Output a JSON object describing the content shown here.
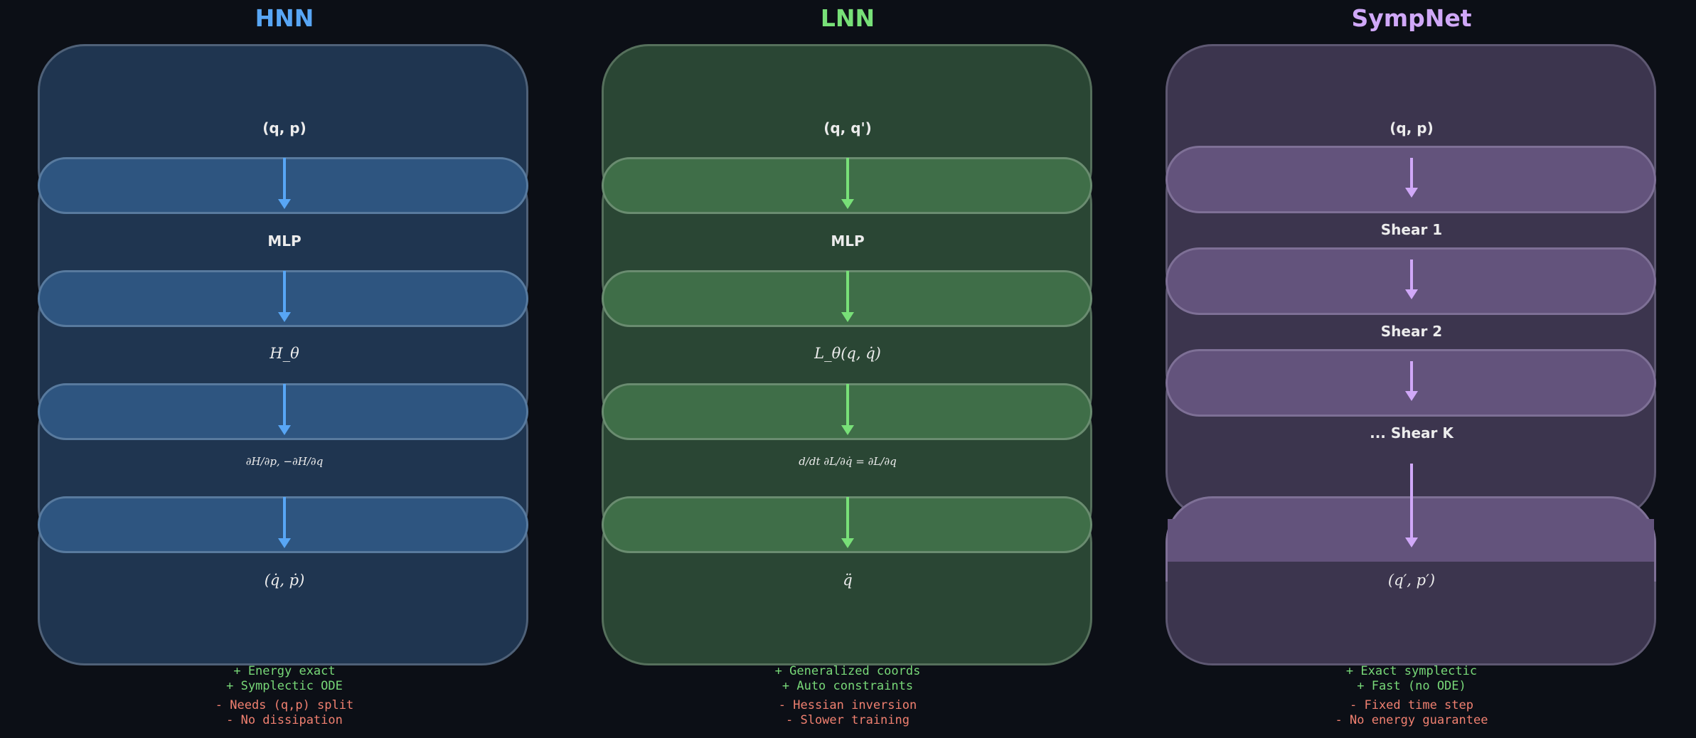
{
  "columns": [
    {
      "title": "HNN",
      "title_color": "#58a6f5",
      "box_fill": "#1f3550",
      "box_border": "#4f6178",
      "highlight_fill": "#2e5580",
      "highlight_border": "#587a9e",
      "arrow_color": "#58a6f5",
      "layers": [
        "(q, p)",
        "MLP",
        "H_θ",
        "∂H/∂p, −∂H/∂q",
        "(q̇, ṗ)"
      ],
      "pros": [
        "+ Energy exact",
        "+ Symplectic ODE"
      ],
      "cons": [
        "- Needs (q,p) split",
        "- No dissipation"
      ]
    },
    {
      "title": "LNN",
      "title_color": "#78e078",
      "box_fill": "#2a4634",
      "box_border": "#56705c",
      "highlight_fill": "#3f6e48",
      "highlight_border": "#6a8c70",
      "arrow_color": "#78e078",
      "layers": [
        "(q, q')",
        "MLP",
        "L_θ(q, q̇)",
        "d/dt ∂L/∂q̇ = ∂L/∂q",
        "q̈"
      ],
      "pros": [
        "+ Generalized coords",
        "+ Auto constraints"
      ],
      "cons": [
        "- Hessian inversion",
        "- Slower training"
      ]
    },
    {
      "title": "SympNet",
      "title_color": "#d0a8f8",
      "box_fill": "#3c354e",
      "box_border": "#5e5872",
      "highlight_fill": "#63537c",
      "highlight_border": "#7e7096",
      "arrow_color": "#d0a8f8",
      "layers": [
        "(q, p)",
        "Shear 1",
        "Shear 2",
        "... Shear K",
        "(q′, p′)"
      ],
      "pros": [
        "+ Exact symplectic",
        "+ Fast (no ODE)"
      ],
      "cons": [
        "- Fixed time step",
        "- No energy guarantee"
      ]
    }
  ]
}
